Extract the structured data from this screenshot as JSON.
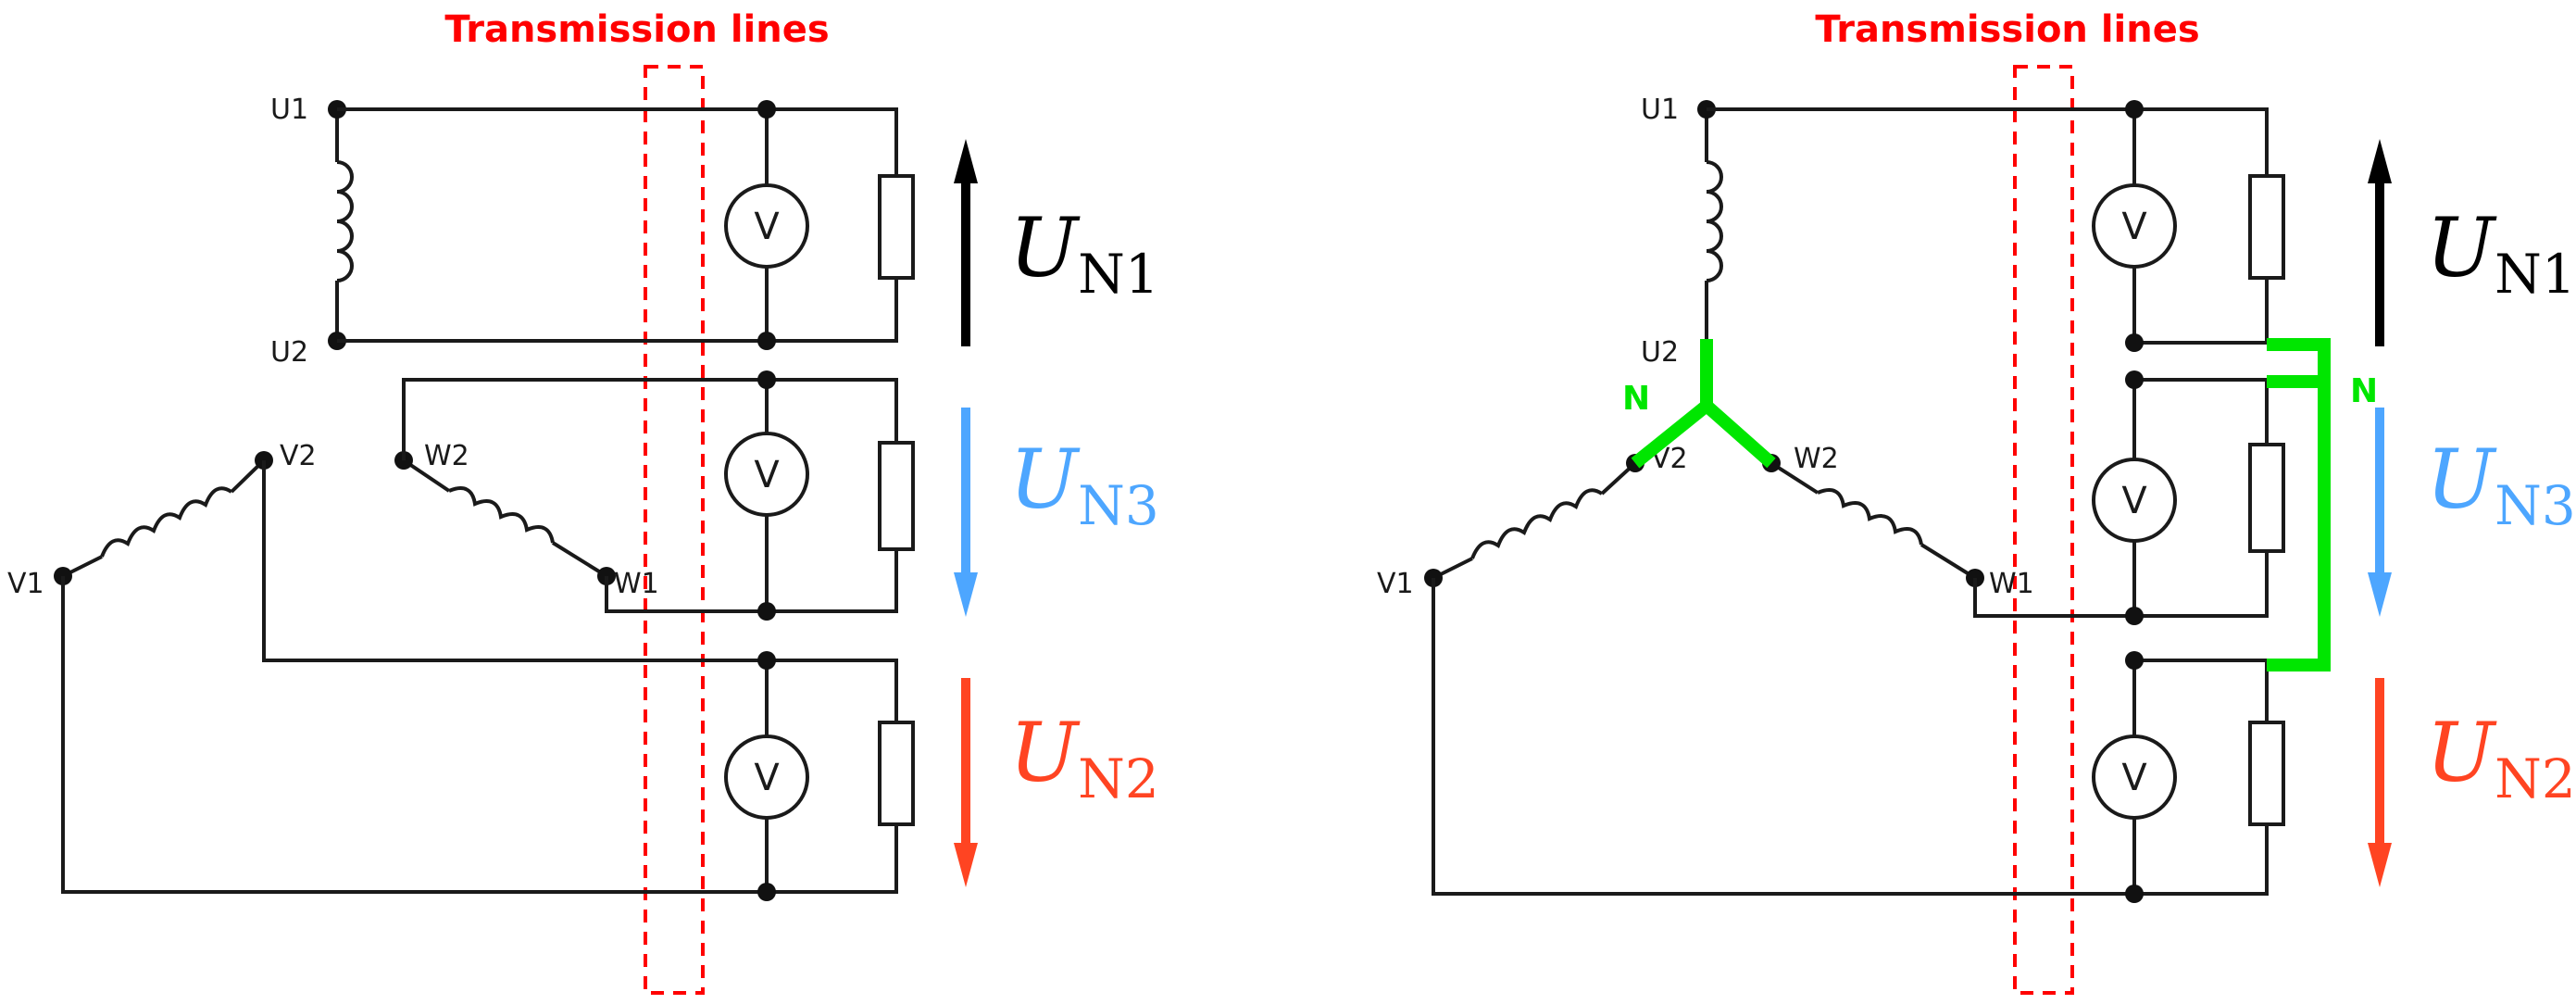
{
  "panels": [
    {
      "id": "delta",
      "title": "Transmission lines",
      "terminals": {
        "u1": "U1",
        "u2": "U2",
        "v1": "V1",
        "v2": "V2",
        "w1": "W1",
        "w2": "W2"
      },
      "voltmeter_symbol": "V",
      "arrows": [
        {
          "base": "U",
          "sub": "N1",
          "color": "#000000",
          "direction": "up"
        },
        {
          "base": "U",
          "sub": "N3",
          "color": "#4da6ff",
          "direction": "down"
        },
        {
          "base": "U",
          "sub": "N2",
          "color": "#ff4422",
          "direction": "down"
        }
      ]
    },
    {
      "id": "star",
      "title": "Transmission lines",
      "terminals": {
        "u1": "U1",
        "u2": "U2",
        "v1": "V1",
        "v2": "V2",
        "w1": "W1",
        "w2": "W2"
      },
      "voltmeter_symbol": "V",
      "neutral_labels": [
        "N",
        "N"
      ],
      "arrows": [
        {
          "base": "U",
          "sub": "N1",
          "color": "#000000",
          "direction": "up"
        },
        {
          "base": "U",
          "sub": "N3",
          "color": "#4da6ff",
          "direction": "down"
        },
        {
          "base": "U",
          "sub": "N2",
          "color": "#ff4422",
          "direction": "down"
        }
      ]
    }
  ],
  "colors": {
    "transmission_box": "#ff0000",
    "neutral": "#00e600",
    "wire": "#1a1a1a"
  }
}
